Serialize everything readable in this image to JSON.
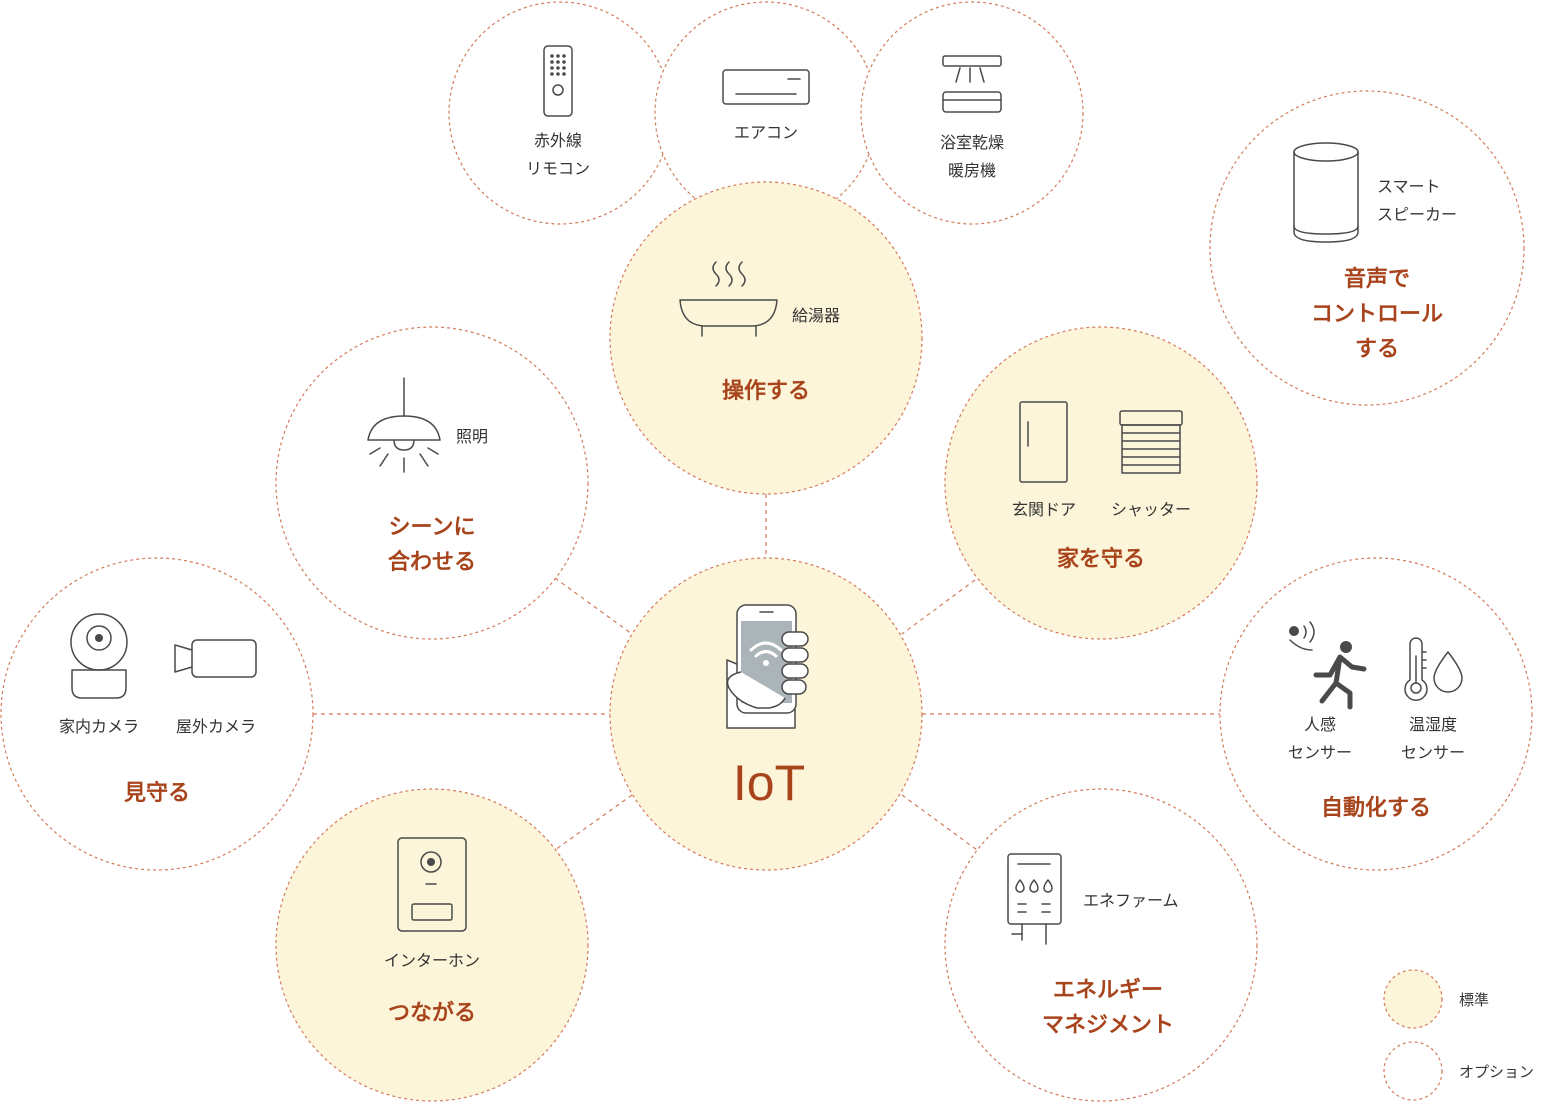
{
  "center": {
    "title": "IoT"
  },
  "groups": {
    "operate": {
      "label": "操作する",
      "devices": {
        "ir_remote": [
          "赤外線",
          "リモコン"
        ],
        "aircon": "エアコン",
        "bath_dryer": [
          "浴室乾燥",
          "暖房機"
        ],
        "water_heater": "給湯器"
      }
    },
    "voice": {
      "label": [
        "音声で",
        "コントロール",
        "する"
      ],
      "devices": {
        "smart_speaker": [
          "スマート",
          "スピーカー"
        ]
      }
    },
    "scene": {
      "label": [
        "シーンに",
        "合わせる"
      ],
      "devices": {
        "lighting": "照明"
      }
    },
    "protect": {
      "label": "家を守る",
      "devices": {
        "front_door": "玄関ドア",
        "shutter": "シャッター"
      }
    },
    "watch": {
      "label": "見守る",
      "devices": {
        "indoor_camera": "家内カメラ",
        "outdoor_camera": "屋外カメラ"
      }
    },
    "automate": {
      "label": "自動化する",
      "devices": {
        "motion_sensor": [
          "人感",
          "センサー"
        ],
        "temp_humidity_sensor": [
          "温湿度",
          "センサー"
        ]
      }
    },
    "connect": {
      "label": "つながる",
      "devices": {
        "intercom": "インターホン"
      }
    },
    "energy": {
      "label": [
        "エネルギー",
        "マネジメント"
      ],
      "devices": {
        "enefarm": "エネファーム"
      }
    }
  },
  "legend": {
    "standard": "標準",
    "option": "オプション"
  },
  "colors": {
    "accent": "#a8441c",
    "dashed_line": "#d37c5c",
    "standard_fill": "#fdf5d9",
    "option_fill": "#ffffff"
  }
}
